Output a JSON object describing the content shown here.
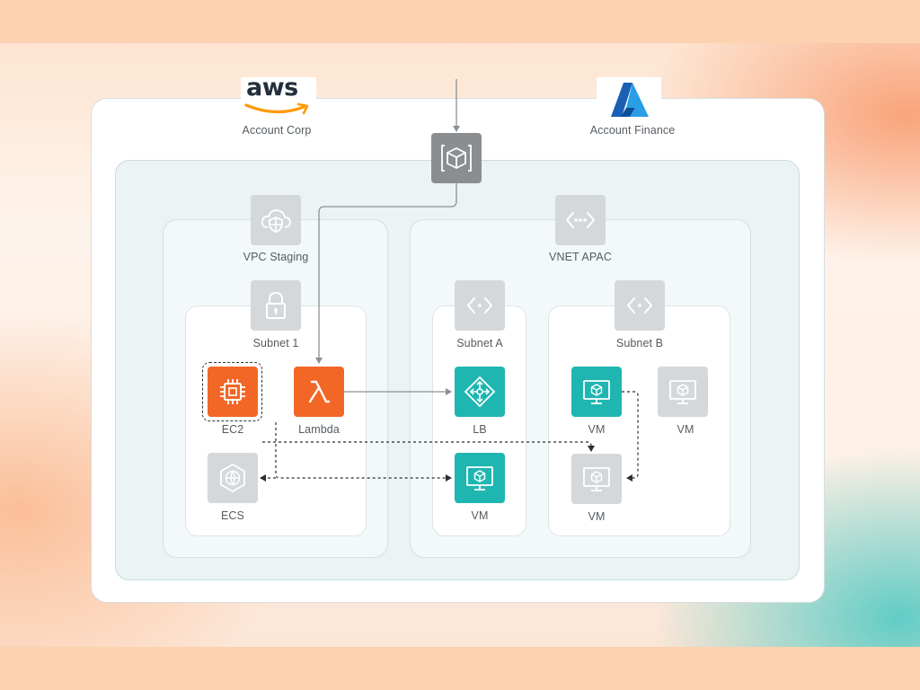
{
  "providers": {
    "aws": {
      "logo_text": "aws",
      "account_label": "Account Corp",
      "brand_color": "#232f3e",
      "smile_color": "#ff9900"
    },
    "azure": {
      "account_label": "Account Finance",
      "brand_color": "#0078d4"
    }
  },
  "gateway": {
    "icon": "cube-gateway-icon"
  },
  "vpc": {
    "label": "VPC Staging",
    "icon": "cloud-shield-icon"
  },
  "vnet": {
    "label": "VNET APAC",
    "icon": "network-brackets-icon"
  },
  "subnets": {
    "subnet1": {
      "label": "Subnet 1",
      "icon": "lock-icon"
    },
    "subnetA": {
      "label": "Subnet A",
      "icon": "brackets-icon"
    },
    "subnetB": {
      "label": "Subnet B",
      "icon": "brackets-icon"
    }
  },
  "resources": {
    "ec2": {
      "label": "EC2",
      "icon": "chip-icon",
      "color": "#f26726"
    },
    "lambda": {
      "label": "Lambda",
      "icon": "lambda-icon",
      "color": "#f26726"
    },
    "ecs": {
      "label": "ECS",
      "icon": "ecs-icon",
      "color": "#d5d8db"
    },
    "lb": {
      "label": "LB",
      "icon": "load-balancer-icon",
      "color": "#1fb6b1"
    },
    "vm_subnet_a": {
      "label": "VM",
      "icon": "vm-icon",
      "color": "#1fb6b1"
    },
    "vm_b1": {
      "label": "VM",
      "icon": "vm-icon",
      "color": "#1fb6b1"
    },
    "vm_b2": {
      "label": "VM",
      "icon": "vm-icon",
      "color": "#d5d8db"
    },
    "vm_b3": {
      "label": "VM",
      "icon": "vm-icon",
      "color": "#d5d8db"
    }
  }
}
